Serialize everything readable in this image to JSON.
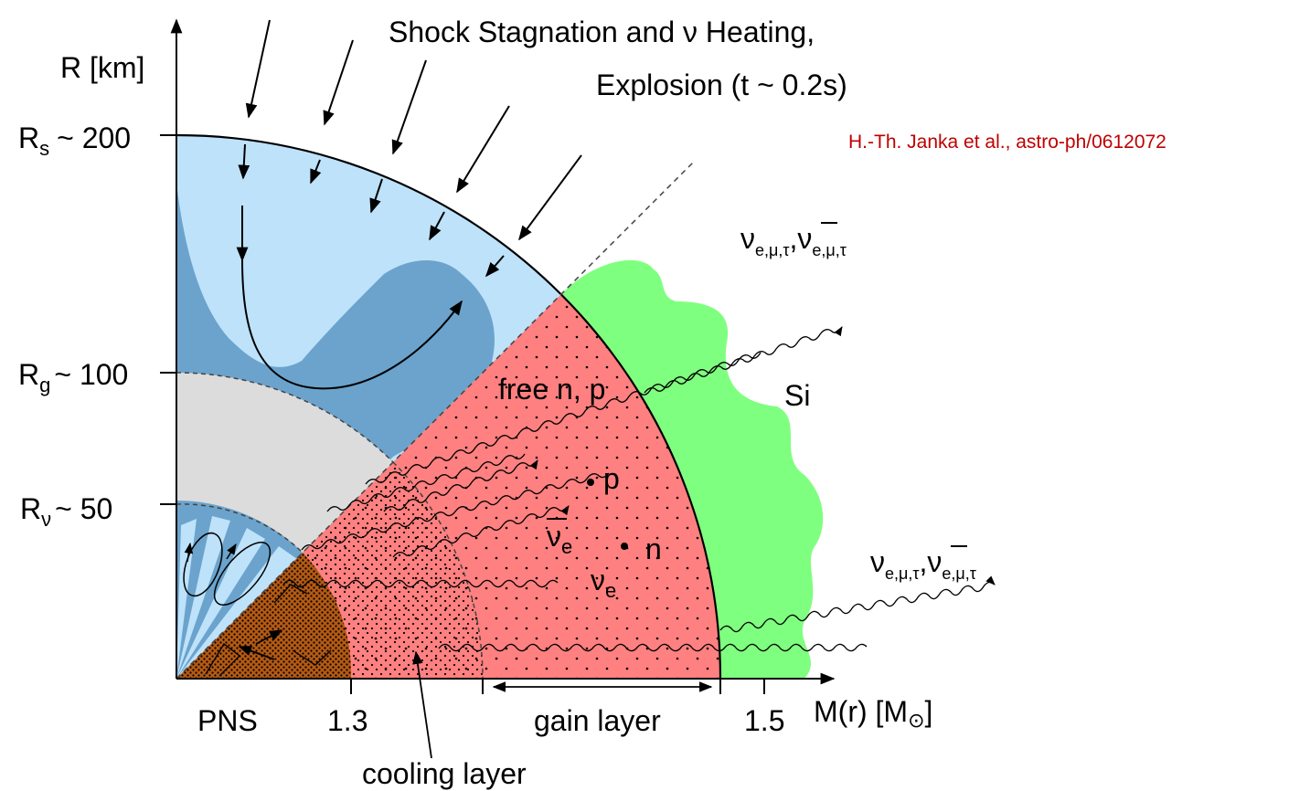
{
  "title": {
    "line1": "Shock Stagnation and ν Heating,",
    "line2": "Explosion  (t ~ 0.2s)"
  },
  "credit": "H.-Th. Janka et al., astro-ph/0612072",
  "axes": {
    "y_label": "R [km]",
    "x_label_main": "M(r) [M",
    "x_label_sun": "⊙",
    "x_label_close": "]"
  },
  "radii": {
    "rs": {
      "sym": "R",
      "sub": "s",
      "val": "~ 200"
    },
    "rg": {
      "sym": "R",
      "sub": "g",
      "val": "~ 100"
    },
    "rnu": {
      "sym": "R",
      "sub": "ν",
      "val": "~ 50"
    }
  },
  "mass_ticks": {
    "m13": "1.3",
    "m15": "1.5"
  },
  "regions": {
    "pns": "PNS",
    "gain": "gain layer",
    "cooling": "cooling layer",
    "free": "free n, p",
    "si": "Si"
  },
  "particles": {
    "p": "p",
    "n": "n",
    "nu": "ν",
    "nu_e_sub": "e",
    "flux_sub": "e,μ,τ",
    "bar_comma": ","
  },
  "colors": {
    "shock_region": "#bde2fa",
    "convection": "#6ba3cc",
    "gray_shell": "#dcdcdc",
    "heating_red": "#ff8080",
    "silicon": "#7fff7f",
    "pns_core": "#b55a14",
    "credit": "#c00000"
  }
}
